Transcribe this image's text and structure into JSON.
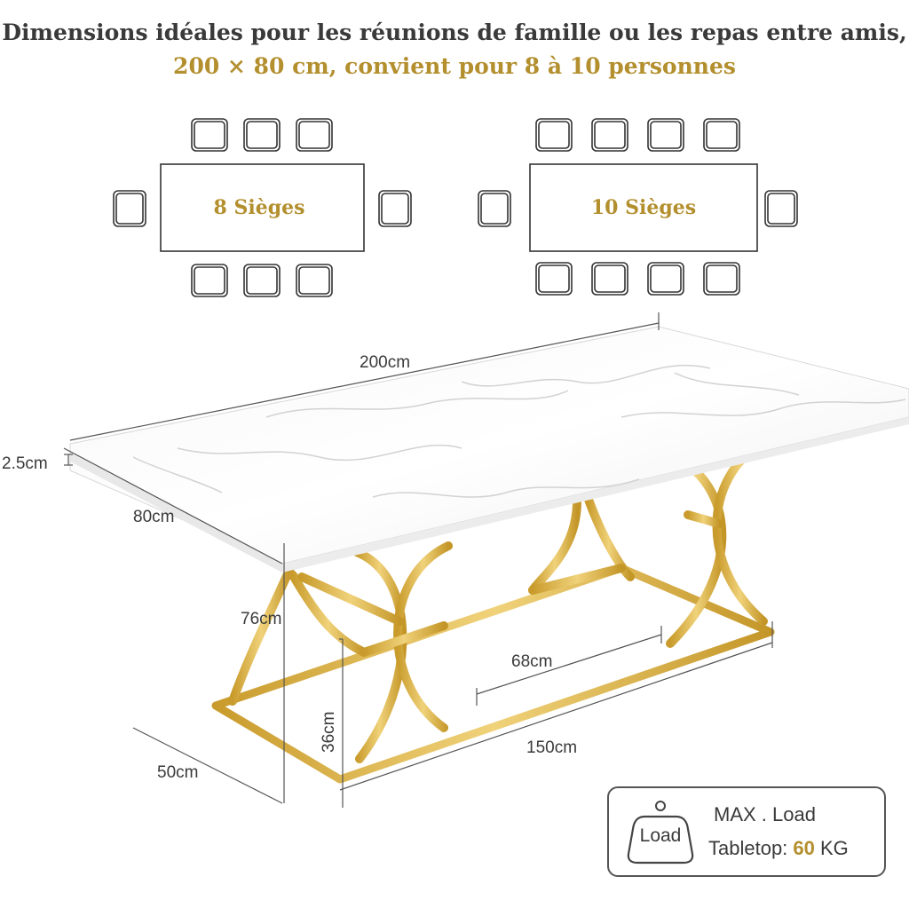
{
  "header": {
    "line1": "Dimensions idéales pour les réunions de famille ou les repas entre amis,",
    "line2": "200 × 80 cm, convient pour 8 à 10 personnes"
  },
  "layouts": {
    "eight": {
      "label": "8 Sièges"
    },
    "ten": {
      "label": "10 Sièges"
    }
  },
  "dimensions": {
    "length": "200cm",
    "thickness": "2.5cm",
    "width": "80cm",
    "height": "76cm",
    "inner_width": "68cm",
    "base_height": "36cm",
    "base_length": "150cm",
    "base_width": "50cm"
  },
  "load": {
    "icon_label": "Load",
    "title": "MAX . Load",
    "line_prefix": "Tabletop: ",
    "value": "60",
    "unit": " KG"
  },
  "colors": {
    "gold": "#b38f2e",
    "frame_gold": "#d9b24a",
    "text": "#3a3a3a"
  }
}
